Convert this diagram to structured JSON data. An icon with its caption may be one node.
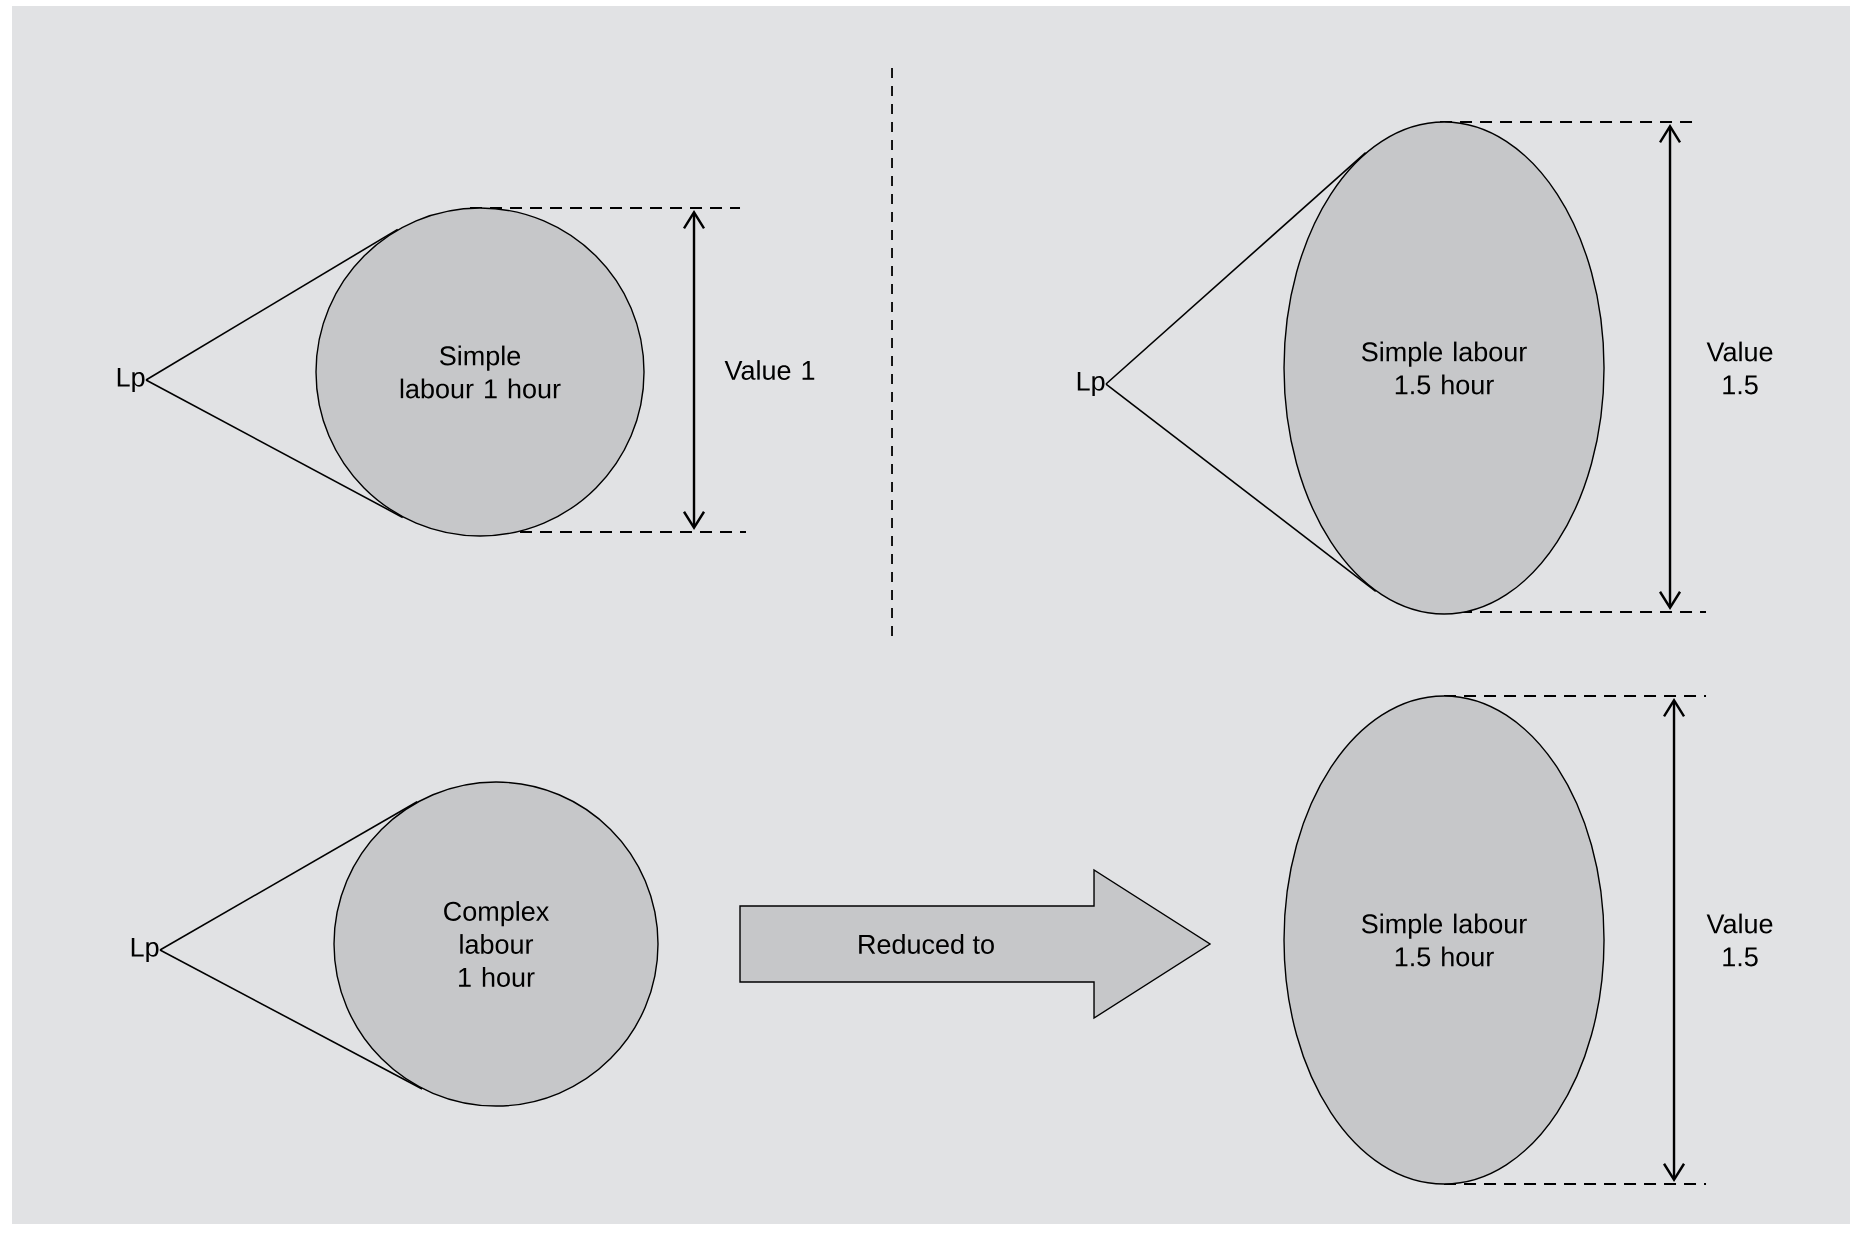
{
  "diagram": {
    "nodes": [
      {
        "text": [
          "Lp"
        ]
      },
      {
        "text": [
          "Simple labour 1 hour"
        ]
      },
      {
        "text": [
          "Lp"
        ]
      },
      {
        "text": [
          "Simple labour 1.5 hour"
        ]
      },
      {
        "text": [
          "Lp"
        ]
      },
      {
        "text": [
          "Complex labour 1 hour"
        ]
      },
      {
        "text": [
          "Reduced to"
        ]
      },
      {
        "text": [
          "Simple labour 1.5 hour"
        ]
      }
    ],
    "edges": [
      {
        "from": 0,
        "to": 1,
        "arrow": "none"
      },
      {
        "from": 0,
        "to": 1,
        "arrow": "none"
      },
      {
        "from": 2,
        "to": 3,
        "arrow": "none"
      },
      {
        "from": 2,
        "to": 3,
        "arrow": "none"
      },
      {
        "from": 4,
        "to": 5,
        "arrow": "none"
      },
      {
        "from": 4,
        "to": 5,
        "arrow": "none"
      }
    ],
    "labels": [
      "Value 1",
      "Value 1.5",
      "Value 1.5"
    ]
  }
}
